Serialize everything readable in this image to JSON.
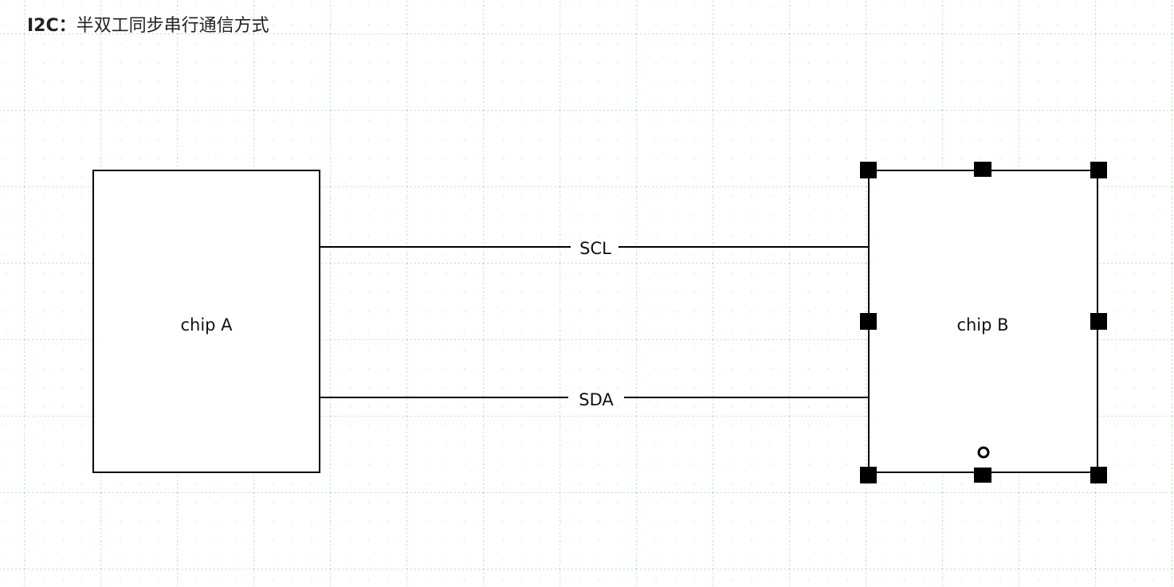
{
  "canvas": {
    "title_prefix": "I2C：",
    "title_text": "半双工同步串行通信方式",
    "grid_color": "#9fd09f",
    "line_color": "#000000"
  },
  "nodes": {
    "chip_a": {
      "label": "chip A"
    },
    "chip_b": {
      "label": "chip B",
      "selected": true
    }
  },
  "edges": {
    "scl": {
      "label": "SCL"
    },
    "sda": {
      "label": "SDA"
    }
  }
}
